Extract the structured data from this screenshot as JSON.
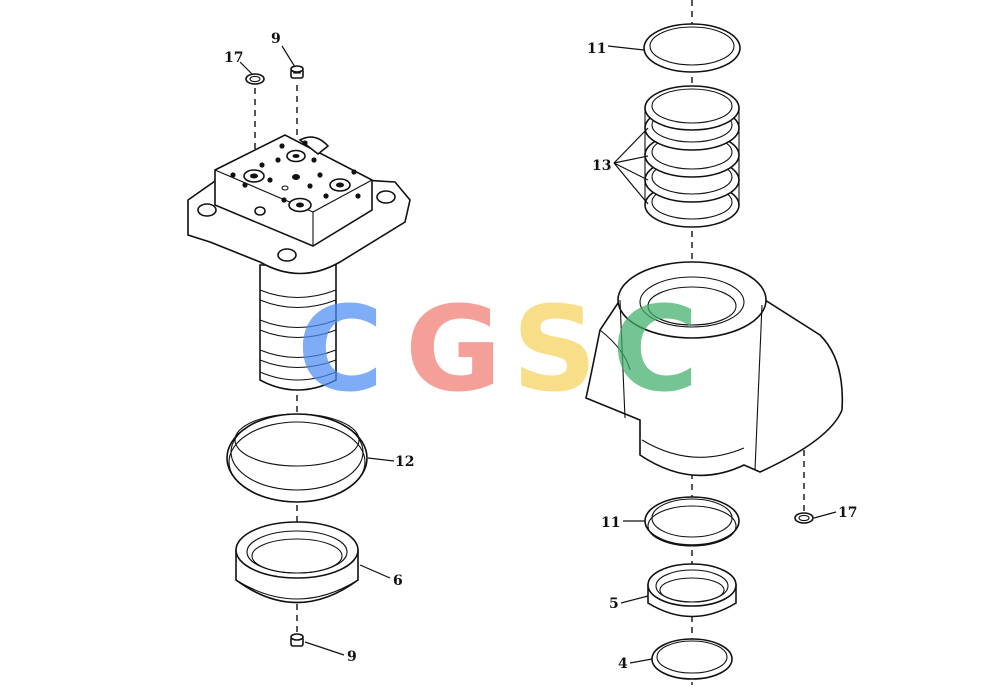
{
  "callouts": {
    "c17a": "17",
    "c9a": "9",
    "c12": "12",
    "c6": "6",
    "c9b": "9",
    "c11a": "11",
    "c13": "13",
    "c11b": "11",
    "c17b": "17",
    "c5": "5",
    "c4": "4"
  },
  "watermark": {
    "letters": [
      "C",
      "G",
      "S",
      "C"
    ],
    "colors": [
      "#4f8df5",
      "#f07c72",
      "#f8d25c",
      "#3fae6c"
    ]
  }
}
